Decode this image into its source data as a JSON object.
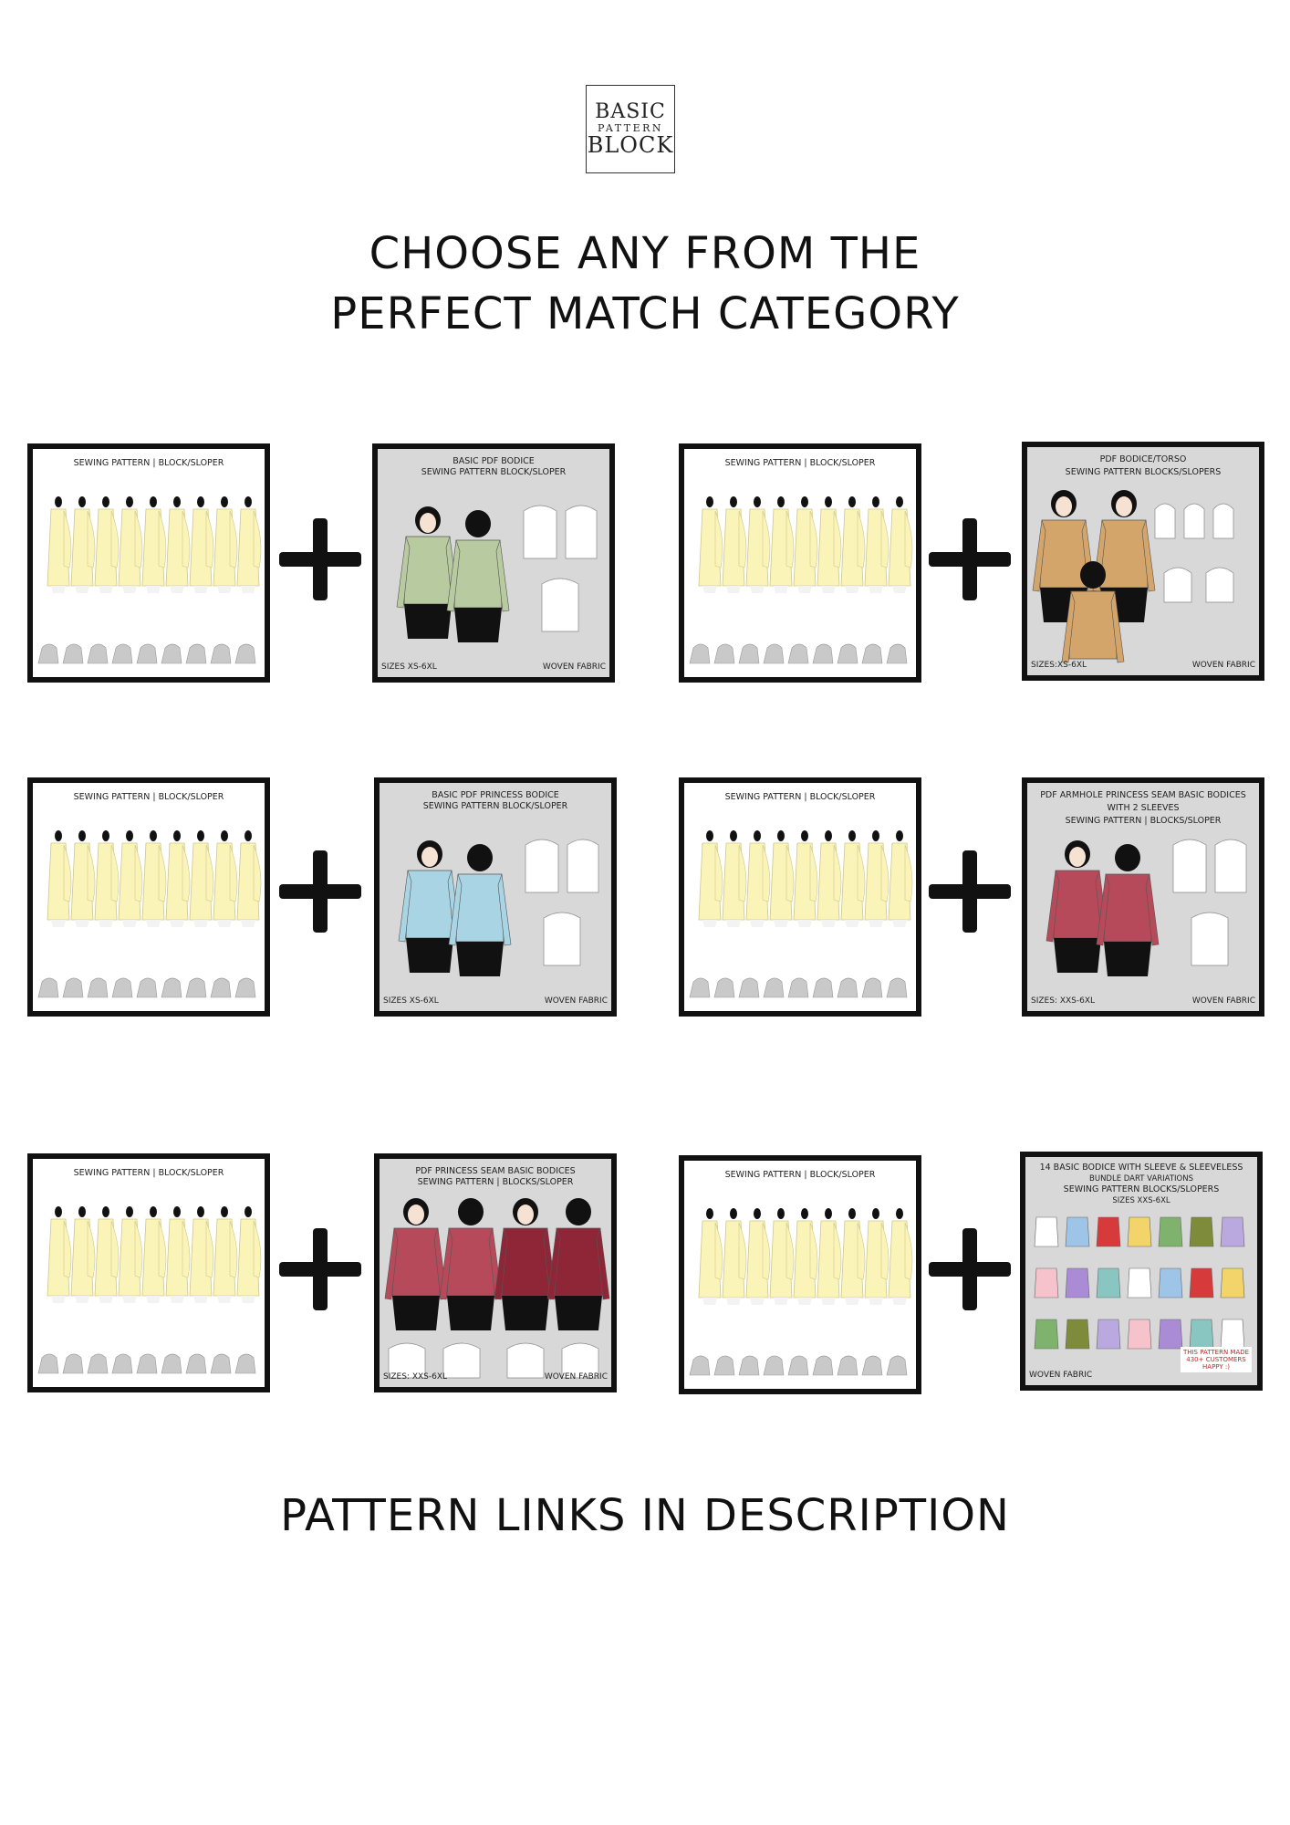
{
  "logo": {
    "line1": "BASIC",
    "line2": "PATTERN",
    "line3": "BLOCK"
  },
  "headline": {
    "line1": "CHOOSE ANY FROM THE",
    "line2": "PERFECT MATCH CATEGORY"
  },
  "left_card_caption": "SEWING PATTERN | BLOCK/SLOPER",
  "pairs": [
    {
      "right": {
        "title1": "BASIC PDF  BODICE",
        "title2": "SEWING PATTERN BLOCK/SLOPER",
        "title3": "",
        "sizes": "SIZES XS-6XL",
        "fabric": "WOVEN FABRIC"
      }
    },
    {
      "right": {
        "title1": "PDF BODICE/TORSO",
        "title2": "SEWING PATTERN BLOCKS/SLOPERS",
        "title3": "",
        "sizes": "SIZES:XS-6XL",
        "fabric": "WOVEN FABRIC"
      }
    },
    {
      "right": {
        "title1": "BASIC PDF PRINCESS  BODICE",
        "title2": "SEWING PATTERN BLOCK/SLOPER",
        "title3": "",
        "sizes": "SIZES XS-6XL",
        "fabric": "WOVEN FABRIC"
      }
    },
    {
      "right": {
        "title1": "PDF ARMHOLE PRINCESS SEAM BASIC BODICES",
        "title2": "WITH 2 SLEEVES",
        "title3": "SEWING PATTERN | BLOCKS/SLOPER",
        "sizes": "SIZES: XXS-6XL",
        "fabric": "WOVEN FABRIC"
      }
    },
    {
      "right": {
        "title1": "PDF PRINCESS SEAM BASIC BODICES",
        "title2": "SEWING PATTERN | BLOCKS/SLOPER",
        "title3": "",
        "sizes": "SIZES: XXS-6XL",
        "fabric": "WOVEN FABRIC"
      }
    },
    {
      "right": {
        "title1": "14 BASIC BODICE WITH SLEEVE & SLEEVELESS",
        "title2": "BUNDLE DART VARIATIONS",
        "title3": "SEWING PATTERN BLOCKS/SLOPERS",
        "title4": "SIZES XXS-6XL",
        "sizes": "WOVEN FABRIC",
        "fabric": "",
        "badge1": "THIS PATTERN MADE",
        "badge2": "430+ CUSTOMERS",
        "badge3": "HAPPY :)"
      }
    }
  ],
  "colors": {
    "dress_yellow": "#fbf4b8",
    "bodice_green": "#b8caa0",
    "bodice_tan": "#d4a56a",
    "bodice_blue": "#a9d4e4",
    "bodice_rose": "#b64a5a",
    "bodice_wine": "#8e2637"
  },
  "footer": "PATTERN LINKS IN DESCRIPTION"
}
